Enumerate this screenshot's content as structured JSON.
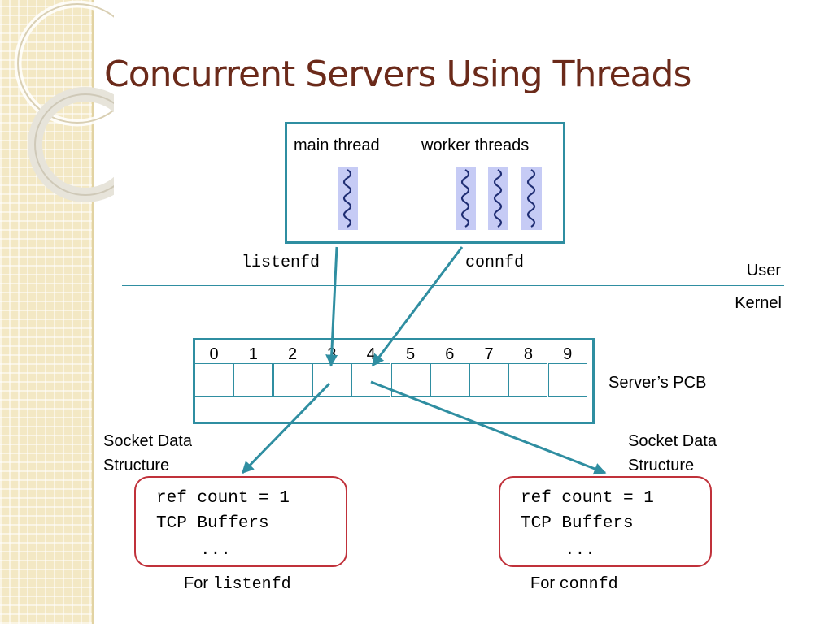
{
  "title": "Concurrent Servers Using Threads",
  "process": {
    "main_label": "main thread",
    "workers_label": "worker threads"
  },
  "fd_labels": {
    "listen": "listenfd",
    "conn": "connfd"
  },
  "layers": {
    "user": "User",
    "kernel": "Kernel"
  },
  "pcb": {
    "label": "Server’s PCB",
    "indices": [
      "0",
      "1",
      "2",
      "3",
      "4",
      "5",
      "6",
      "7",
      "8",
      "9"
    ]
  },
  "socket_left": {
    "caption_line1": "Socket Data",
    "caption_line2": "Structure",
    "ref_count": "ref count = 1",
    "buffers": "TCP Buffers",
    "ellipsis": "...",
    "for_prefix": "For ",
    "for_fd": "listenfd"
  },
  "socket_right": {
    "caption_line1": "Socket Data",
    "caption_line2": "Structure",
    "ref_count": "ref count = 1",
    "buffers": "TCP Buffers",
    "ellipsis": "...",
    "for_prefix": "For ",
    "for_fd": "connfd"
  },
  "colors": {
    "title": "#6b2a1a",
    "box_border": "#2f8ea1",
    "socket_border": "#c0313a",
    "thread_fill": "#c6cbf5",
    "thread_squiggle": "#1f2d73",
    "arrow": "#2f8ea1"
  }
}
